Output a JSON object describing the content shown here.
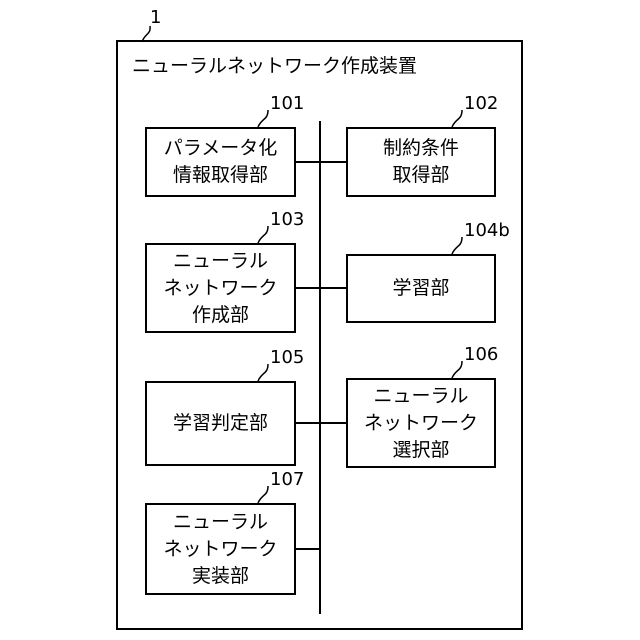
{
  "device": {
    "ref": "1",
    "title": "ニューラルネットワーク作成装置"
  },
  "blocks": [
    {
      "ref": "101",
      "lines": [
        "パラメータ化",
        "情報取得部"
      ]
    },
    {
      "ref": "102",
      "lines": [
        "制約条件",
        "取得部"
      ]
    },
    {
      "ref": "103",
      "lines": [
        "ニューラル",
        "ネットワーク",
        "作成部"
      ]
    },
    {
      "ref": "104b",
      "lines": [
        "学習部"
      ]
    },
    {
      "ref": "105",
      "lines": [
        "学習判定部"
      ]
    },
    {
      "ref": "106",
      "lines": [
        "ニューラル",
        "ネットワーク",
        "選択部"
      ]
    },
    {
      "ref": "107",
      "lines": [
        "ニューラル",
        "ネットワーク",
        "実装部"
      ]
    }
  ]
}
